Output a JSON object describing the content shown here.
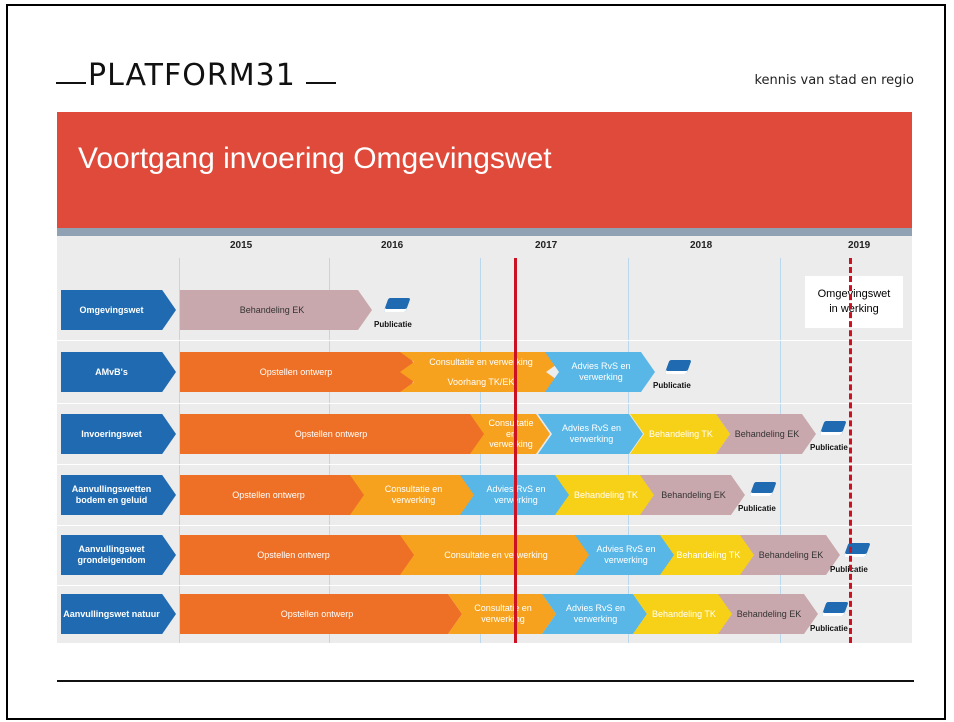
{
  "header": {
    "logo": "PLATFORM31",
    "tagline": "kennis van stad en regio",
    "title": "Voortgang invoering Omgevingswet"
  },
  "years": [
    "2015",
    "2016",
    "2017",
    "2018",
    "2019"
  ],
  "milestone": {
    "title": "Omgevingswet",
    "subtitle": "in werking"
  },
  "rows": [
    {
      "label": "Omgevingswet",
      "phases": [
        {
          "text": "Behandeling EK",
          "color": "mauve"
        }
      ],
      "publicatie": "Publicatie"
    },
    {
      "label": "AMvB's",
      "phases": [
        {
          "text": "Opstellen ontwerp",
          "color": "orange"
        },
        {
          "text": "Consultatie en verwerking",
          "color": "amber"
        },
        {
          "text": "Voorhang TK/EK",
          "color": "amber"
        },
        {
          "text": "Advies RvS en verwerking",
          "color": "blue"
        }
      ],
      "publicatie": "Publicatie"
    },
    {
      "label": "Invoeringswet",
      "phases": [
        {
          "text": "Opstellen ontwerp",
          "color": "orange"
        },
        {
          "text": "Consultatie en verwerking",
          "color": "amber"
        },
        {
          "text": "Advies RvS en verwerking",
          "color": "blue"
        },
        {
          "text": "Behandeling TK",
          "color": "yellow"
        },
        {
          "text": "Behandeling EK",
          "color": "mauve"
        }
      ],
      "publicatie": "Publicatie"
    },
    {
      "label": "Aanvullingswetten bodem en geluid",
      "phases": [
        {
          "text": "Opstellen ontwerp",
          "color": "orange"
        },
        {
          "text": "Consultatie en verwerking",
          "color": "amber"
        },
        {
          "text": "Advies RvS en verwerking",
          "color": "blue"
        },
        {
          "text": "Behandeling TK",
          "color": "yellow"
        },
        {
          "text": "Behandeling EK",
          "color": "mauve"
        }
      ],
      "publicatie": "Publicatie"
    },
    {
      "label": "Aanvullingswet grondeigendom",
      "phases": [
        {
          "text": "Opstellen ontwerp",
          "color": "orange"
        },
        {
          "text": "Consultatie en verwerking",
          "color": "amber"
        },
        {
          "text": "Advies RvS en verwerking",
          "color": "blue"
        },
        {
          "text": "Behandeling TK",
          "color": "yellow"
        },
        {
          "text": "Behandeling EK",
          "color": "mauve"
        }
      ],
      "publicatie": "Publicatie"
    },
    {
      "label": "Aanvullingswet natuur",
      "phases": [
        {
          "text": "Opstellen ontwerp",
          "color": "orange"
        },
        {
          "text": "Consultatie en verwerking",
          "color": "amber"
        },
        {
          "text": "Advies RvS en verwerking",
          "color": "blue"
        },
        {
          "text": "Behandeling TK",
          "color": "yellow"
        },
        {
          "text": "Behandeling EK",
          "color": "mauve"
        }
      ],
      "publicatie": "Publicatie"
    }
  ]
}
